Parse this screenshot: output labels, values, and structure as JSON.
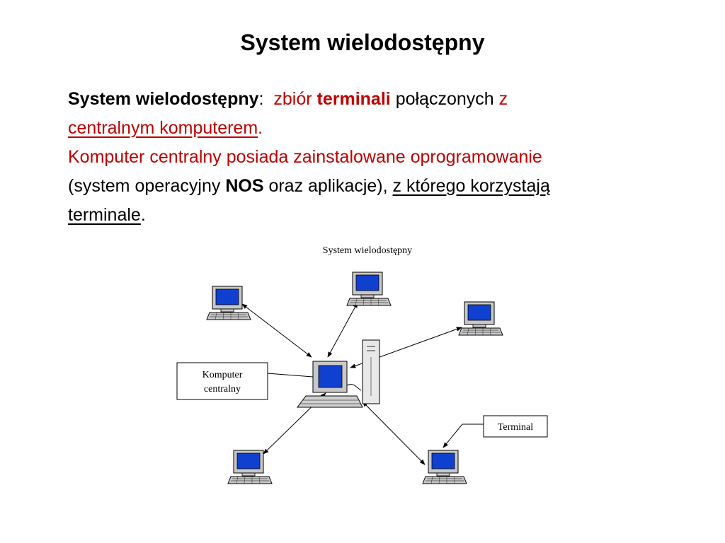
{
  "slide": {
    "title": "System wielodostępny",
    "para1": {
      "term": "System wielodostępny",
      "colon": ":",
      "w1": "zbiór",
      "w2": "terminali",
      "w3": "połączonych",
      "w4": "z",
      "w5": "centralnym komputerem",
      "w6": "."
    },
    "para2": "Komputer centralny posiada zainstalowane oprogramowanie",
    "para3": {
      "t1": "(system operacyjny",
      "t2": "NOS",
      "t3": "oraz aplikacje),",
      "t4": "z którego korzystają",
      "t5": "terminale",
      "t6": "."
    }
  },
  "diagram": {
    "title": "System wielodostępny",
    "central_label_line1": "Komputer",
    "central_label_line2": "centralny",
    "terminal_label": "Terminal"
  },
  "colors": {
    "accent_red": "#c00000",
    "screen_blue": "#1040d0",
    "device_gray": "#c8c8c8"
  }
}
